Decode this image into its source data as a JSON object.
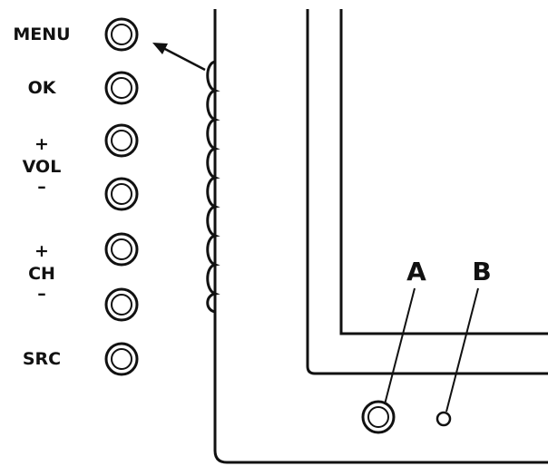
{
  "panel_buttons": [
    {
      "label": "MENU"
    },
    {
      "label": "OK"
    },
    {
      "label": "VOL",
      "plus": "+",
      "minus": "–"
    },
    {
      "label": "CH",
      "plus": "+",
      "minus": "–"
    },
    {
      "label": "SRC"
    }
  ],
  "callouts": {
    "a": "A",
    "b": "B"
  },
  "colors": {
    "stroke": "#111111",
    "background": "#ffffff"
  }
}
